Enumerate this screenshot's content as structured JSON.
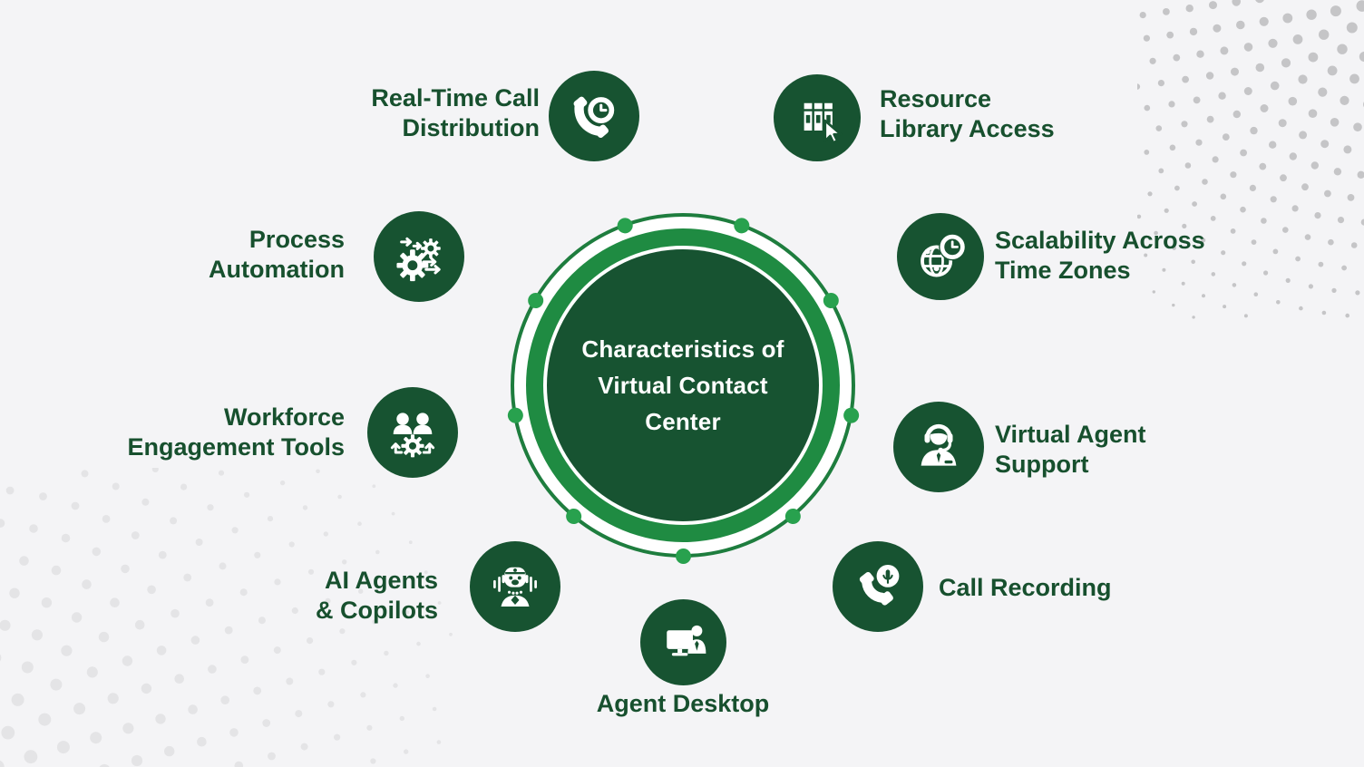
{
  "title": {
    "line1": "Characteristics of",
    "line2": "Virtual Contact",
    "line3": "Center"
  },
  "items": [
    {
      "label_line1": "Real-Time Call",
      "label_line2": "Distribution",
      "icon": "phone-clock-icon",
      "position": "top-left"
    },
    {
      "label_line1": "Resource",
      "label_line2": "Library Access",
      "icon": "library-books-cursor-icon",
      "position": "top-right"
    },
    {
      "label_line1": "Process",
      "label_line2": "Automation",
      "icon": "gears-automation-icon",
      "position": "upper-left"
    },
    {
      "label_line1": "Scalability Across",
      "label_line2": "Time Zones",
      "icon": "globe-clock-icon",
      "position": "upper-right"
    },
    {
      "label_line1": "Workforce",
      "label_line2": "Engagement Tools",
      "icon": "team-gear-icon",
      "position": "middle-left"
    },
    {
      "label_line1": "Virtual Agent",
      "label_line2": "Support",
      "icon": "headset-agent-icon",
      "position": "middle-right"
    },
    {
      "label_line1": "AI Agents",
      "label_line2": "& Copilots",
      "icon": "ai-robot-icon",
      "position": "lower-left"
    },
    {
      "label_line1": "Call Recording",
      "label_line2": "",
      "icon": "phone-microphone-icon",
      "position": "lower-right"
    },
    {
      "label_line1": "Agent Desktop",
      "label_line2": "",
      "icon": "agent-desktop-icon",
      "position": "bottom-center"
    }
  ],
  "theme": {
    "background": "#f4f4f6",
    "dark_green": "#175331",
    "band_green": "#1f8b42",
    "ring_green": "#1e7d3e",
    "dot_green": "#28a14e",
    "text_green": "#17502e",
    "halftone_dark": "#c5c5c7",
    "halftone_light": "#e4e4e6"
  }
}
